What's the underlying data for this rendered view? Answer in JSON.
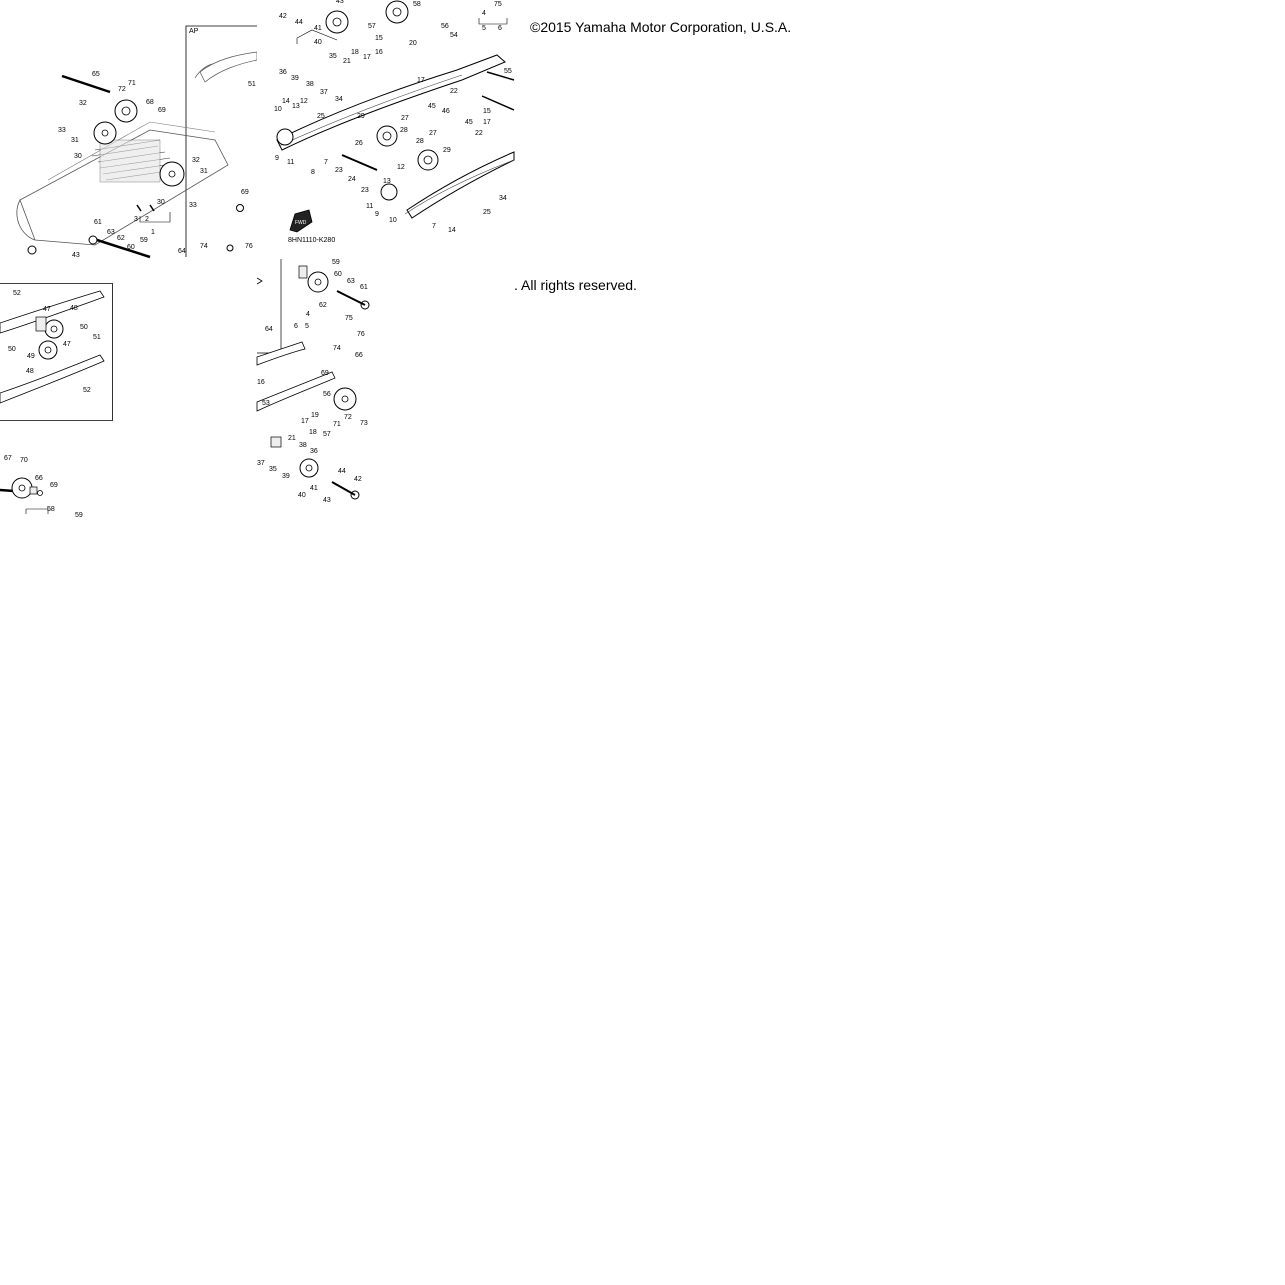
{
  "copyright_line1": "©2015 Yamaha Motor Corporation, U.S.A.",
  "copyright_line2": ". All rights reserved.",
  "diagram_code": "8HN1110-K280",
  "inset_label": "AP",
  "callouts_tile_a": [
    "65",
    "71",
    "72",
    "32",
    "68",
    "69",
    "33",
    "31",
    "30",
    "32",
    "31",
    "30",
    "33",
    "2",
    "3",
    "1",
    "69",
    "61",
    "63",
    "62",
    "60",
    "59",
    "64",
    "74",
    "76",
    "43",
    "51"
  ],
  "callouts_tile_b": [
    "42",
    "44",
    "43",
    "41",
    "40",
    "58",
    "57",
    "15",
    "16",
    "20",
    "56",
    "54",
    "55",
    "75",
    "4",
    "5",
    "6",
    "36",
    "39",
    "38",
    "35",
    "17",
    "21",
    "18",
    "37",
    "34",
    "17",
    "10",
    "14",
    "13",
    "12",
    "25",
    "22",
    "45",
    "46",
    "9",
    "11",
    "26",
    "29",
    "27",
    "28",
    "8",
    "7",
    "23",
    "24",
    "12",
    "13",
    "27",
    "28",
    "29",
    "45",
    "22",
    "17",
    "15",
    "23",
    "11",
    "9",
    "10",
    "7",
    "14",
    "25",
    "34"
  ],
  "callouts_tile_c": [
    "52",
    "47",
    "48",
    "50",
    "50",
    "49",
    "47",
    "51",
    "48",
    "52"
  ],
  "callouts_tile_d": [
    "59",
    "60",
    "63",
    "61",
    "62",
    "64",
    "4",
    "6",
    "5",
    "75",
    "76",
    "74",
    "66",
    "69",
    "16",
    "53",
    "56",
    "72",
    "73",
    "19",
    "17",
    "21",
    "18",
    "57",
    "71",
    "37",
    "35",
    "39",
    "38",
    "36",
    "44",
    "42",
    "41",
    "40",
    "43"
  ],
  "callouts_tile_e": [
    "67",
    "70",
    "66",
    "69",
    "58",
    "59"
  ]
}
